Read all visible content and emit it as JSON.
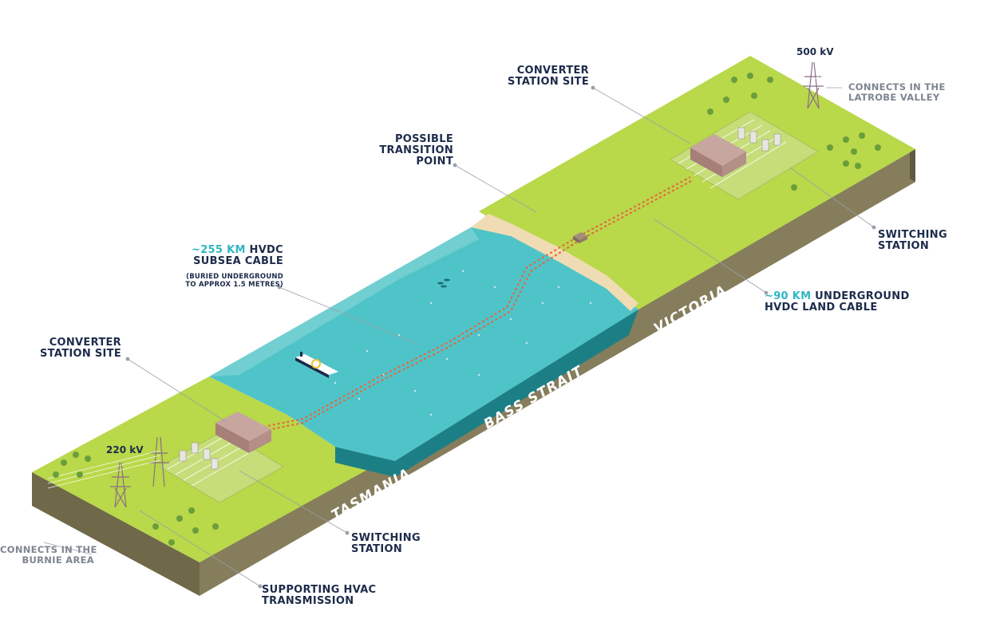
{
  "labels": {
    "converter_site_vic": [
      "CONVERTER",
      "STATION SITE"
    ],
    "kv_500": "500 kV",
    "connects_latrobe": [
      "CONNECTS IN THE",
      "LATROBE VALLEY"
    ],
    "transition_point": [
      "POSSIBLE",
      "TRANSITION",
      "POINT"
    ],
    "subsea_cable_distance": "~255 KM",
    "subsea_cable_line1_rest": "HVDC",
    "subsea_cable_line2": "SUBSEA CABLE",
    "subsea_note": [
      "(BURIED UNDERGROUND",
      "TO APPROX 1.5 METRES)"
    ],
    "switching_station_vic": [
      "SWITCHING",
      "STATION"
    ],
    "land_cable_distance": "~90 KM",
    "land_cable_line1_rest": "UNDERGROUND",
    "land_cable_line2": "HVDC LAND CABLE",
    "converter_site_tas": [
      "CONVERTER",
      "STATION SITE"
    ],
    "kv_220": "220 kV",
    "switching_station_tas": [
      "SWITCHING",
      "STATION"
    ],
    "connects_burnie": [
      "CONNECTS IN THE",
      "BURNIE AREA"
    ],
    "hvac_transmission": [
      "SUPPORTING HVAC",
      "TRANSMISSION"
    ],
    "region_tasmania": "TASMANIA",
    "region_bass_strait": "BASS STRAIT",
    "region_victoria": "VICTORIA"
  },
  "colors": {
    "grass_top": "#b9d84a",
    "grass_dark": "#8fb63a",
    "earth_side": "#857d5c",
    "earth_front": "#6f6849",
    "sea": "#4fc4c8",
    "sea_shallow": "#8fd8d8",
    "sand": "#f0dcb4",
    "cable": "#e8643c",
    "label_navy": "#1c2b4a",
    "label_teal": "#2fb6c3",
    "label_gray": "#7d8590"
  }
}
